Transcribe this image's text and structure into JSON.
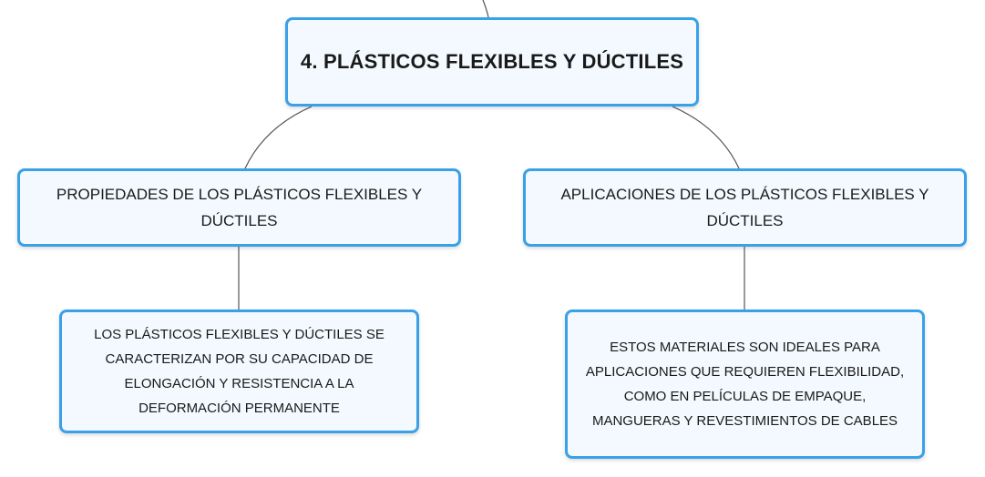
{
  "diagram": {
    "root": {
      "label": "4. PLÁSTICOS FLEXIBLES Y DÚCTILES"
    },
    "branches": [
      {
        "label": "PROPIEDADES DE LOS PLÁSTICOS FLEXIBLES Y DÚCTILES",
        "child": "LOS PLÁSTICOS FLEXIBLES Y DÚCTILES SE CARACTERIZAN POR SU CAPACIDAD DE ELONGACIÓN Y RESISTENCIA A LA DEFORMACIÓN PERMANENTE"
      },
      {
        "label": "APLICACIONES DE LOS PLÁSTICOS FLEXIBLES Y DÚCTILES",
        "child": "ESTOS MATERIALES SON IDEALES PARA APLICACIONES QUE REQUIEREN FLEXIBILIDAD, COMO EN PELÍCULAS DE EMPAQUE, MANGUERAS Y REVESTIMIENTOS DE CABLES"
      }
    ],
    "colors": {
      "border": "#3aa0e8",
      "fill": "#f3f9fe",
      "connector": "#555555"
    }
  }
}
